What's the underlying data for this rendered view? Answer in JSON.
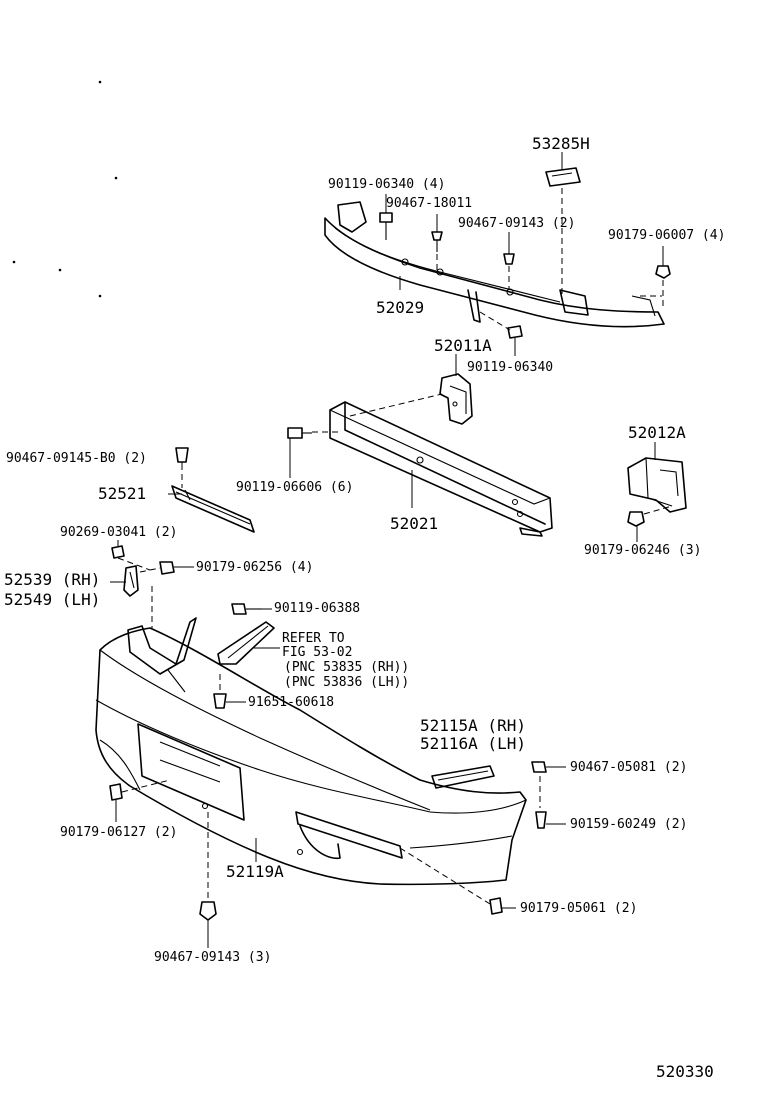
{
  "labels": {
    "p53285H": "53285H",
    "p90119_06340_4": "90119-06340 (4)",
    "p90467_18011": "90467-18011",
    "p90467_09143_2": "90467-09143 (2)",
    "p90179_06007_4": "90179-06007 (4)",
    "p52029": "52029",
    "p52011A": "52011A",
    "p90119_06340": "90119-06340",
    "p52012A": "52012A",
    "p90467_09145_B0_2": "90467-09145-B0 (2)",
    "p90119_06606_6": "90119-06606 (6)",
    "p52521": "52521",
    "p52021": "52021",
    "p90179_06246_3": "90179-06246 (3)",
    "p90269_03041_2": "90269-03041 (2)",
    "p52539": "52539 (RH)",
    "p52549": "52549 (LH)",
    "p90179_06256_4": "90179-06256 (4)",
    "p90119_06388": "90119-06388",
    "refer1": "REFER TO",
    "refer2": "FIG 53-02",
    "refer3": "(PNC 53835 (RH))",
    "refer4": "(PNC 53836 (LH))",
    "p91651_60618": "91651-60618",
    "p52115A": "52115A (RH)",
    "p52116A": "52116A (LH)",
    "p90467_05081_2": "90467-05081 (2)",
    "p90159_60249_2": "90159-60249 (2)",
    "p90179_06127_2": "90179-06127 (2)",
    "p52119A": "52119A",
    "p90179_05061_2": "90179-05061 (2)",
    "p90467_09143_3": "90467-09143 (3)",
    "figure_number": "520330"
  }
}
